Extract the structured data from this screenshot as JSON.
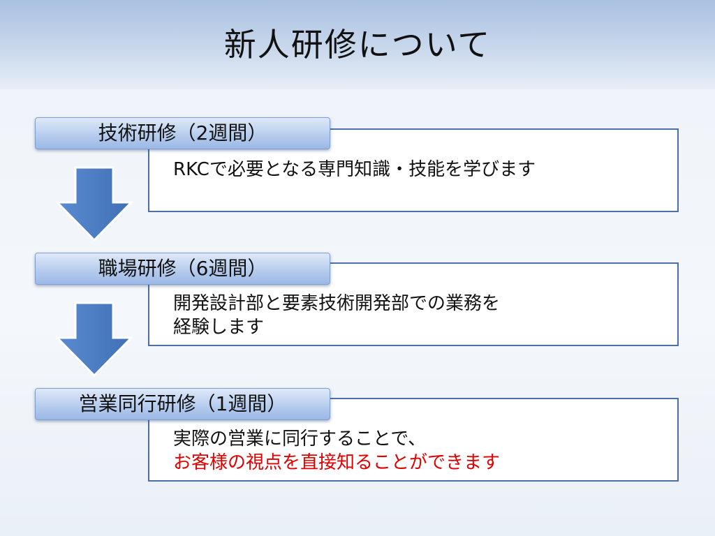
{
  "title": "新人研修について",
  "steps": [
    {
      "label": "技術研修（2週間）",
      "lines": [
        "RKCで必要となる専門知識・技能を学びます"
      ]
    },
    {
      "label": "職場研修（6週間）",
      "lines": [
        "開発設計部と要素技術開発部での業務を",
        "経験します"
      ]
    },
    {
      "label": "営業同行研修（1週間）",
      "lines": [
        "実際の営業に同行することで、",
        "お客様の視点を直接知ることができます"
      ]
    }
  ],
  "colors": {
    "arrow": "#4f7fc4",
    "box_border": "#4a6fa8",
    "highlight_text": "#e00000"
  },
  "icons": [
    "down-arrow-icon"
  ]
}
